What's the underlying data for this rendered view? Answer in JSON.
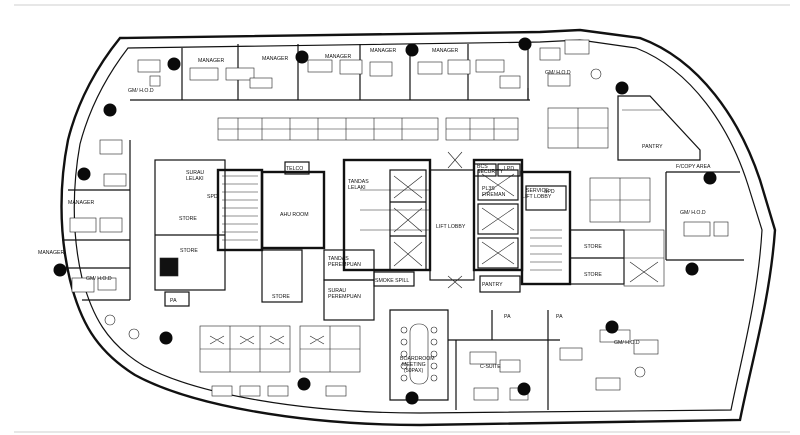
{
  "rooms": {
    "manager_1": "MANAGER",
    "manager_2": "MANAGER",
    "manager_3": "MANAGER",
    "manager_4": "MANAGER",
    "manager_5": "MANAGER",
    "manager_left_1": "MANAGER",
    "manager_left_2": "MANAGER",
    "gm_top_left": "GM/ H.O.D",
    "gm_top_right": "GM/ H.O.D",
    "gm_left": "GM/ H.O.D",
    "gm_right": "GM/ H.O.D",
    "gm_bottom_right": "GM/ H.O.D",
    "pantry": "PANTRY",
    "fcopy_area": "F/COPY AREA",
    "surau_lelaki": [
      "SURAU",
      "LELAKI"
    ],
    "telco": "TELCO",
    "ahu_room": "AHU ROOM",
    "store_1": "STORE",
    "store_2": "STORE",
    "store_3": "STORE",
    "store_4": "STORE",
    "store_5": "STORE",
    "spd_1": "SPD",
    "spd_2": "SPD",
    "tandas_lelaki": [
      "TANDAS",
      "LELAKI"
    ],
    "tandas_perempuan": [
      "TANDAS",
      "PEREMPUAN"
    ],
    "surau_perempuan": [
      "SURAU",
      "PEREMPUAN"
    ],
    "smoke_spill": "SMOKE SPILL",
    "lift_lobby": "LIFT LOBBY",
    "bcs_security": [
      "BCS",
      "SECURITY"
    ],
    "lpd": "LPD",
    "plus_fireman": [
      "PL3S",
      "FIREMAN"
    ],
    "service_lift_lobby": [
      "SERVICE",
      "LIFT LOBBY"
    ],
    "pantry_small": "PANTRY",
    "pa_1": "PA",
    "pa_2": "PA",
    "pa_3": "PA",
    "c_suite": "C-SUITE",
    "boardroom": [
      "BOARDROOM",
      "MEETING",
      "(50PAX)"
    ]
  },
  "legend": {
    "column_marker": "structural-column-dot"
  }
}
